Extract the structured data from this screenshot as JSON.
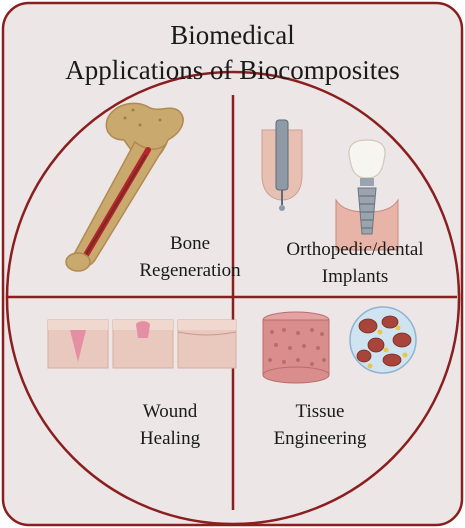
{
  "title_line1": "Biomedical",
  "title_line2": "Applications of Biocomposites",
  "quadrants": {
    "bone": {
      "line1": "Bone",
      "line2": "Regeneration",
      "icon": "femur-bone-icon"
    },
    "implants": {
      "line1": "Orthopedic/dental",
      "line2": "Implants",
      "icon": "dental-implant-icon"
    },
    "wound": {
      "line1": "Wound",
      "line2": "Healing",
      "icon": "skin-layers-icon"
    },
    "tissue": {
      "line1": "Tissue",
      "line2": "Engineering",
      "icon": "scaffold-icon"
    }
  },
  "colors": {
    "border": "#8a1f1f",
    "panel": "#ece6e6",
    "bone": "#c9a96e",
    "blood": "#b3262e",
    "skin": "#e9c9bd",
    "tissue": "#d98d8d"
  }
}
